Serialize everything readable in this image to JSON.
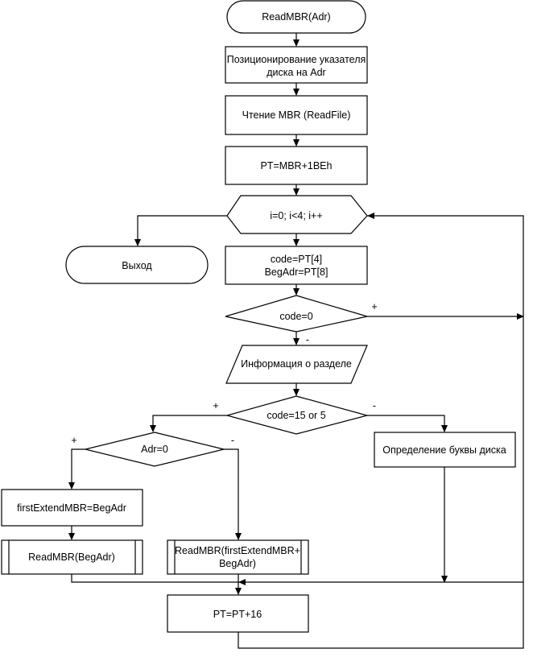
{
  "flowchart": {
    "start": "ReadMBR(Adr)",
    "seek": [
      "Позиционирование указателя",
      "диска на Adr"
    ],
    "read_mbr": "Чтение MBR (ReadFile)",
    "pt_init": "PT=MBR+1BEh",
    "loop": "i=0; i<4; i++",
    "exit": "Выход",
    "assign": [
      "code=PT[4]",
      "BegAdr=PT[8]"
    ],
    "cond_code0": "code=0",
    "cond_code0_yes": "+",
    "cond_code0_no": "-",
    "partition_info": "Информация о разделе",
    "cond_extended": "code=15 or 5",
    "cond_extended_yes": "+",
    "cond_extended_no": "-",
    "drive_letter": "Определение буквы диска",
    "cond_adr0": "Adr=0",
    "cond_adr0_yes": "+",
    "cond_adr0_no": "-",
    "first_extend": "firstExtendMBR=BegAdr",
    "call_begadr": "ReadMBR(BegAdr)",
    "call_first_extend": [
      "ReadMBR(firstExtendMBR+",
      "BegAdr)"
    ],
    "pt_increment": "PT=PT+16"
  }
}
